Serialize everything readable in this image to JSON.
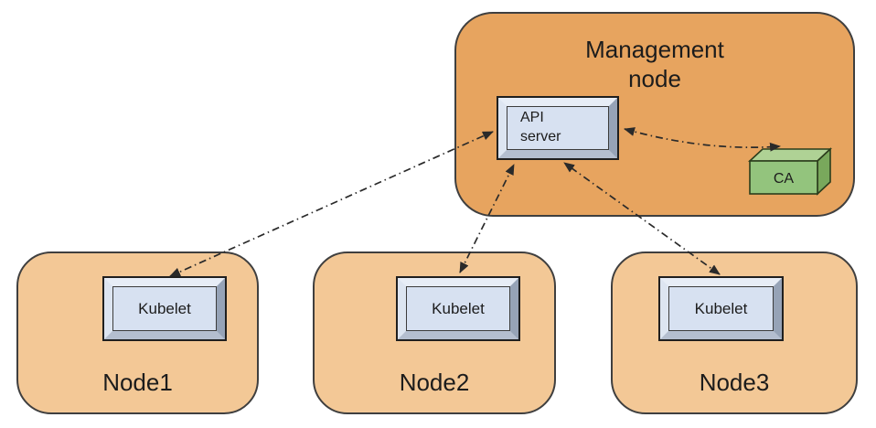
{
  "management_node": {
    "label": "Management node",
    "api_server": {
      "label": "API server"
    },
    "ca": {
      "label": "CA"
    }
  },
  "nodes": [
    {
      "label": "Node1",
      "component": {
        "label": "Kubelet"
      }
    },
    {
      "label": "Node2",
      "component": {
        "label": "Kubelet"
      }
    },
    {
      "label": "Node3",
      "component": {
        "label": "Kubelet"
      }
    }
  ],
  "connections": [
    {
      "from": "Node1 Kubelet",
      "to": "API server",
      "line_style": "dash-dot",
      "arrows": "both"
    },
    {
      "from": "Node2 Kubelet",
      "to": "API server",
      "line_style": "dash-dot",
      "arrows": "both"
    },
    {
      "from": "Node3 Kubelet",
      "to": "API server",
      "line_style": "dash-dot",
      "arrows": "both"
    },
    {
      "from": "API server",
      "to": "CA",
      "line_style": "dash-dot",
      "arrows": "both"
    }
  ],
  "colors": {
    "management_node_fill": "#E7A45F",
    "worker_node_fill": "#F3C896",
    "node_border": "#3F3F3F",
    "component_face": "#D7E1F1",
    "component_bevel_light": "#E7EDF6",
    "component_bevel_dark": "#96A3B7",
    "ca_front": "#93C47D",
    "ca_top": "#AFD295",
    "ca_side": "#79A85C",
    "arrow": "#2A2A2A",
    "text": "#1C1C1C"
  }
}
